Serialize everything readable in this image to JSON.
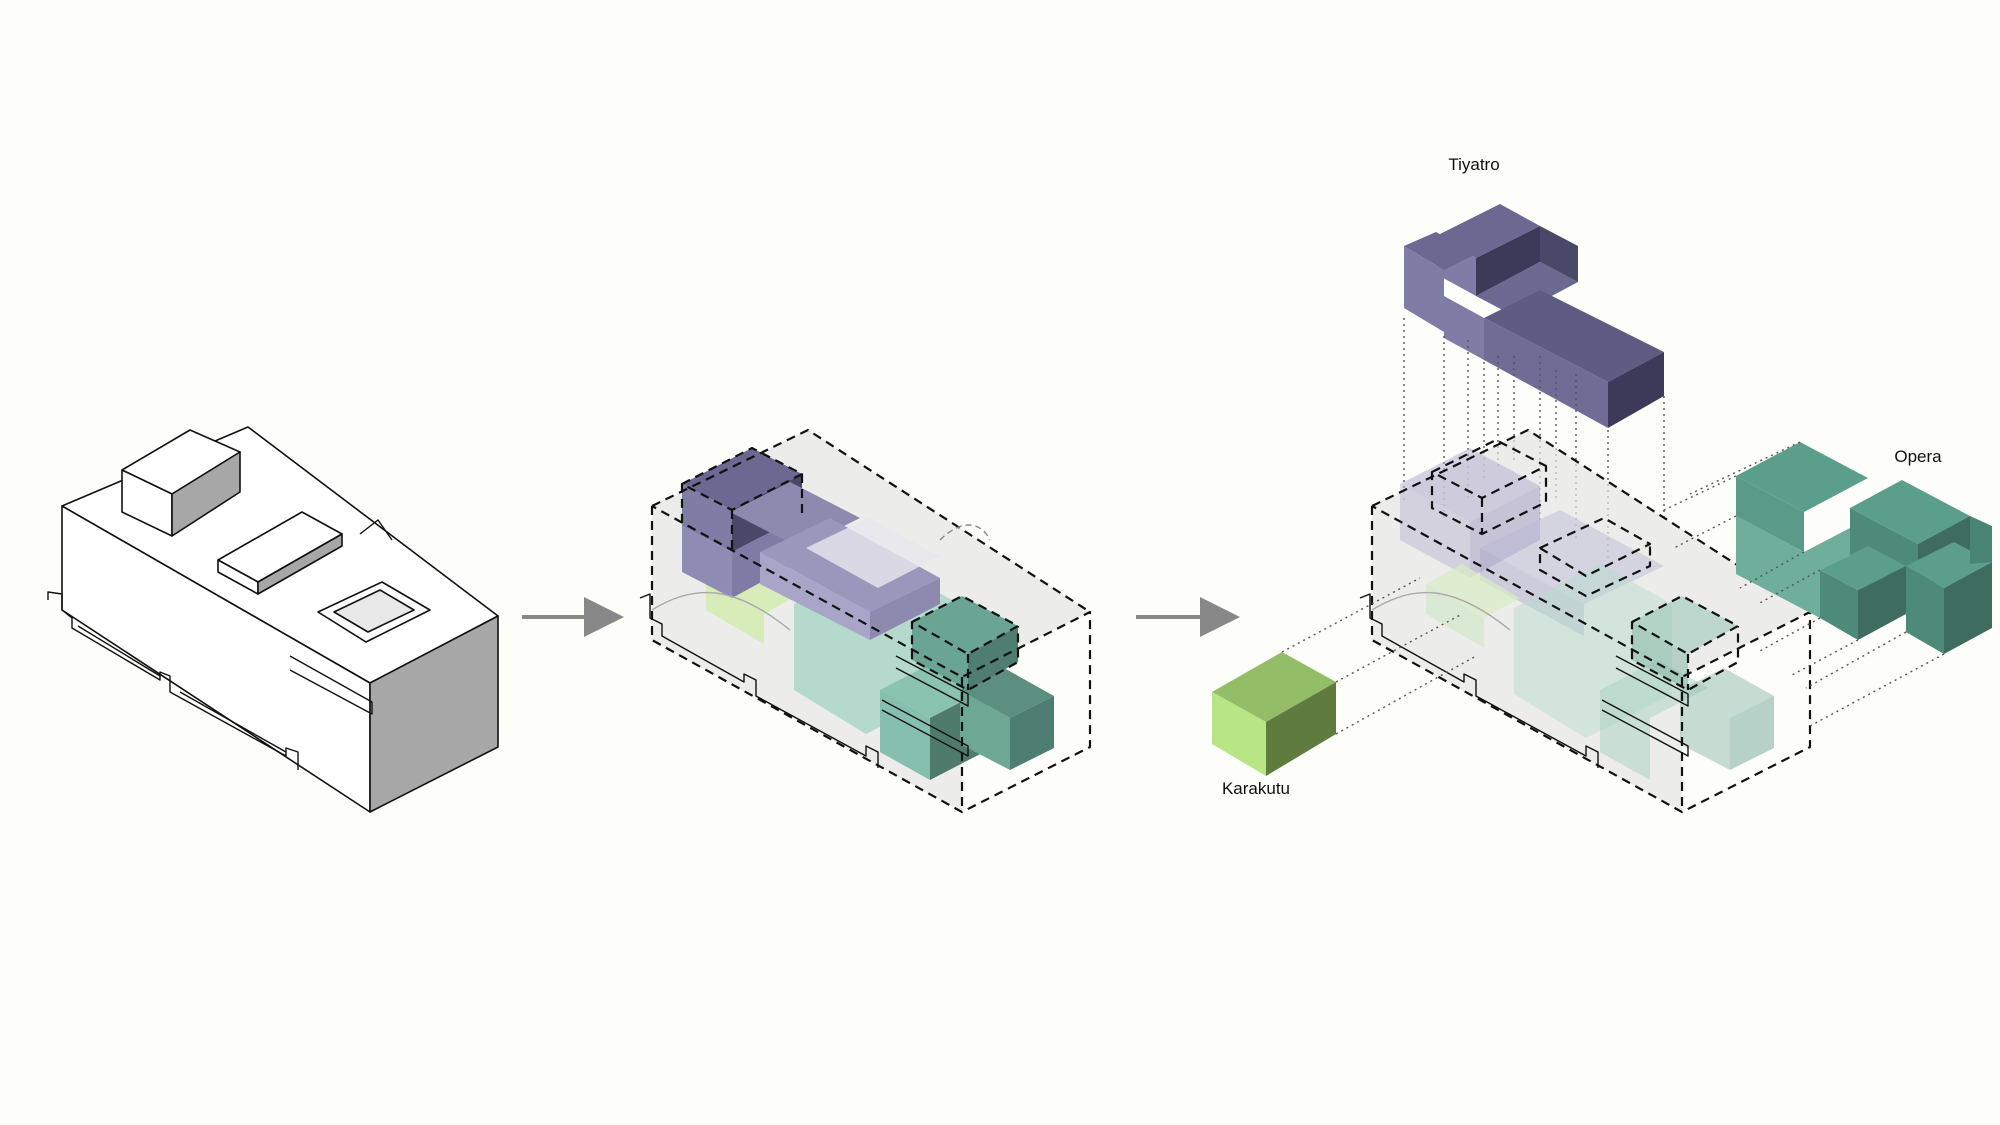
{
  "colors": {
    "background": "#fdfdf9",
    "tiyatro": "#6b6891",
    "opera": "#5c9e8c",
    "karakutu": "#9cc46e",
    "arrow": "#888888"
  },
  "labels": {
    "tiyatro": "Tiyatro",
    "opera": "Opera",
    "karakutu": "Karakutu"
  }
}
